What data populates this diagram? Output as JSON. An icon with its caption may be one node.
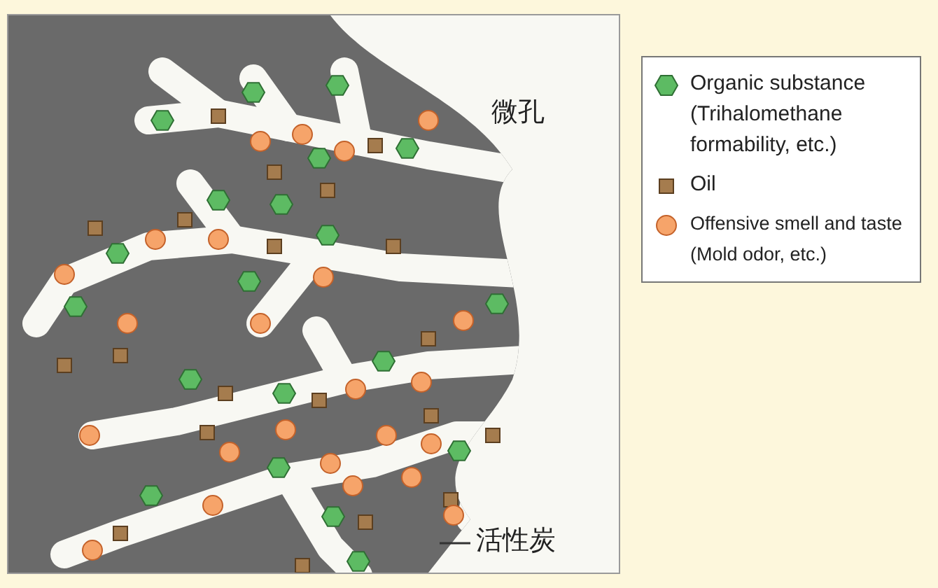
{
  "diagram": {
    "labels": [
      "微孔",
      "活性炭"
    ],
    "legend": [
      {
        "text": "Organic substance (Trihalomethane formability, etc.)"
      },
      {
        "text": "Oil"
      },
      {
        "text": "Offensive smell and taste (Mold odor, etc.)"
      }
    ]
  }
}
